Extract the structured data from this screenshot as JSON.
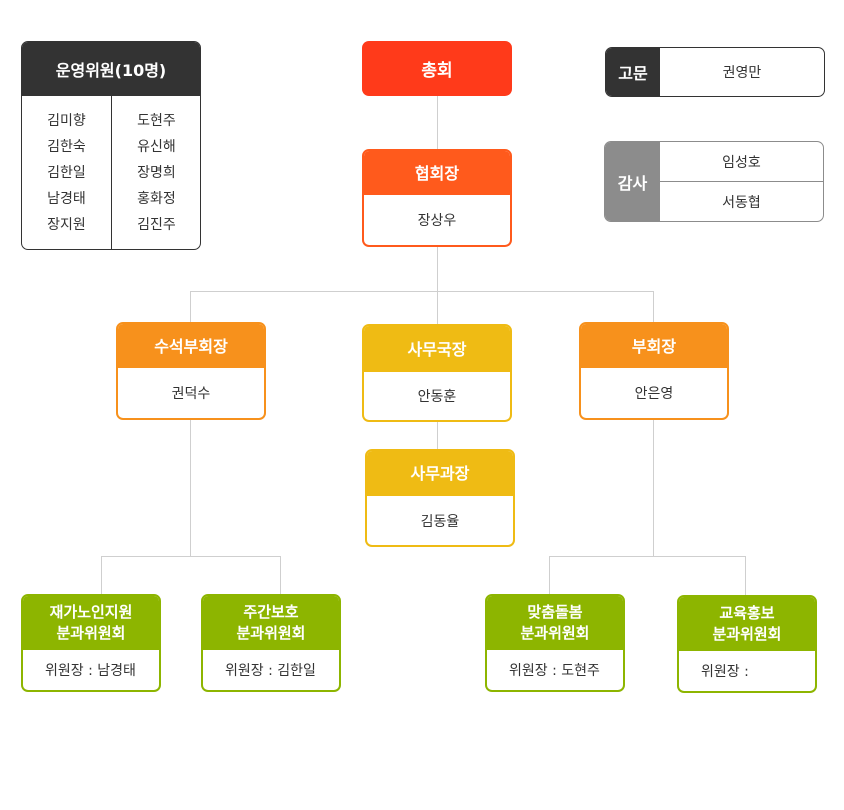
{
  "colors": {
    "general": "#ff3a1a",
    "president": "#ff5a1c",
    "vice": "#f7911c",
    "secretary": "#efbb14",
    "committee": "#8db500",
    "dark": "#333333",
    "gray": "#8c8c8c",
    "line": "#cfcfcf"
  },
  "steering": {
    "title": "운영위원(10명)",
    "col1": [
      "김미향",
      "김한숙",
      "김한일",
      "남경태",
      "장지원"
    ],
    "col2": [
      "도현주",
      "유신해",
      "장명희",
      "홍화정",
      "김진주"
    ]
  },
  "general_assembly": {
    "title": "총회"
  },
  "advisor": {
    "label": "고문",
    "name": "권영만"
  },
  "auditor": {
    "label": "감사",
    "names": [
      "임성호",
      "서동협"
    ]
  },
  "president": {
    "title": "협회장",
    "name": "장상우"
  },
  "senior_vice": {
    "title": "수석부회장",
    "name": "권덕수"
  },
  "secretary_general": {
    "title": "사무국장",
    "name": "안동훈"
  },
  "vice_president": {
    "title": "부회장",
    "name": "안은영"
  },
  "section_chief": {
    "title": "사무과장",
    "name": "김동율"
  },
  "committees": [
    {
      "title_line1": "재가노인지원",
      "title_line2": "분과위원회",
      "chair": "위원장 : 남경태"
    },
    {
      "title_line1": "주간보호",
      "title_line2": "분과위원회",
      "chair": "위원장 : 김한일"
    },
    {
      "title_line1": "맞춤돌봄",
      "title_line2": "분과위원회",
      "chair": "위원장 : 도현주"
    },
    {
      "title_line1": "교육홍보",
      "title_line2": "분과위원회",
      "chair": "위원장 :"
    }
  ]
}
